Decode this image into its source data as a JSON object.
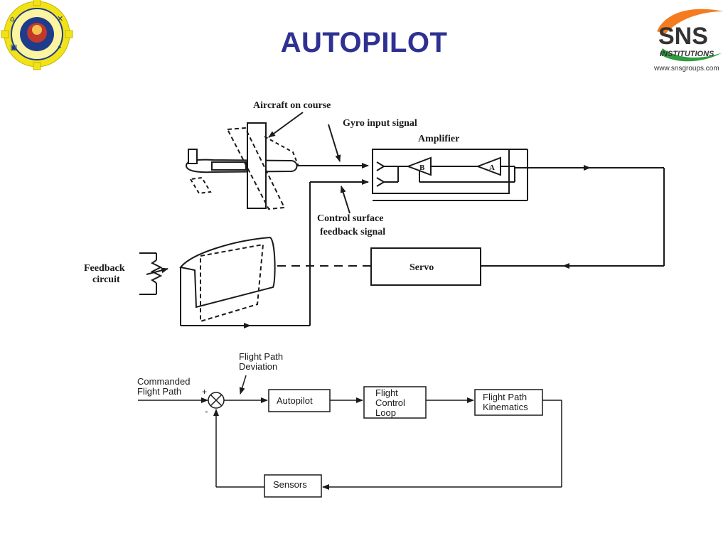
{
  "slide": {
    "title": "AUTOPILOT"
  },
  "logos": {
    "left": {
      "name": "college-seal"
    },
    "right": {
      "brand": "SNS",
      "subtitle": "INSTITUTIONS",
      "url": "www.snsgroups.com",
      "colors": {
        "orange": "#F47B20",
        "green": "#2E9E3F",
        "dark": "#333333"
      }
    }
  },
  "colors": {
    "title": "#2E3192",
    "line": "#1a1a1a"
  },
  "upper_diagram": {
    "aircraft_label": "Aircraft on course",
    "gyro_label": "Gyro input signal",
    "amplifier_label": "Amplifier",
    "amp_stage_b": "B",
    "amp_stage_a": "A",
    "control_surface_label_1": "Control surface",
    "control_surface_label_2": "feedback signal",
    "feedback_label_1": "Feedback",
    "feedback_label_2": "circuit",
    "servo_label": "Servo"
  },
  "lower_diagram": {
    "commanded_label_1": "Commanded",
    "commanded_label_2": "Flight Path",
    "plus_sign": "+",
    "minus_sign": "-",
    "deviation_label_1": "Flight Path",
    "deviation_label_2": "Deviation",
    "autopilot_label": "Autopilot",
    "fcl_label_1": "Flight",
    "fcl_label_2": "Control",
    "fcl_label_3": "Loop",
    "kinematics_label_1": "Flight Path",
    "kinematics_label_2": "Kinematics",
    "sensors_label": "Sensors"
  }
}
